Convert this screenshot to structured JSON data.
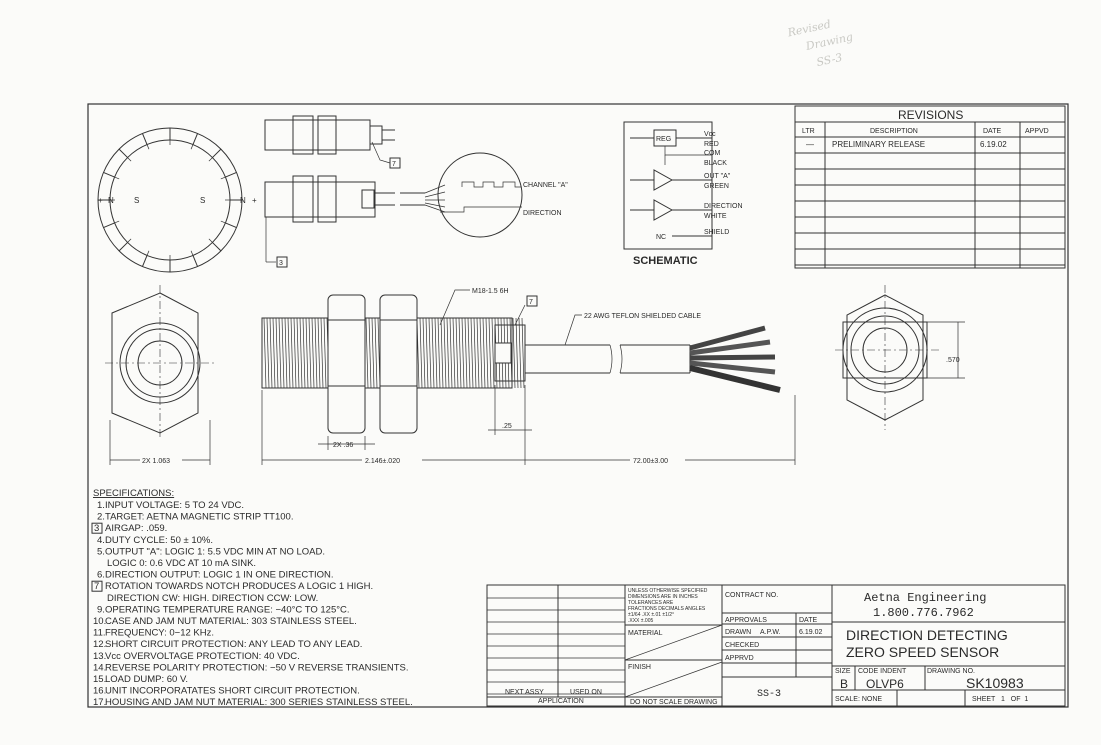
{
  "handwritten_note": [
    "Revised",
    "Drawing",
    "SS-3"
  ],
  "top_views": {
    "channel_a_label": "CHANNEL \"A\"",
    "direction_label": "DIRECTION",
    "note_ref_7": "7",
    "note_ref_3": "3",
    "ring_labels": {
      "n": "N",
      "s": "S",
      "plus": "+"
    }
  },
  "schematic": {
    "title": "SCHEMATIC",
    "reg": "REG",
    "pins": [
      "Vcc",
      "RED",
      "COM",
      "BLACK",
      "OUT \"A\"",
      "GREEN",
      "DIRECTION",
      "WHITE",
      "SHIELD"
    ],
    "nc": "NC"
  },
  "revisions": {
    "title": "REVISIONS",
    "headers": [
      "LTR",
      "DESCRIPTION",
      "DATE",
      "APPVD"
    ],
    "rows": [
      {
        "ltr": "—",
        "description": "PRELIMINARY RELEASE",
        "date": "6.19.02",
        "appvd": ""
      }
    ]
  },
  "main_view": {
    "thread": "M18-1.5 6H",
    "note_ref": "7",
    "cable": "22 AWG TEFLON SHIELDED CABLE",
    "dim_hex": "2X 1.063",
    "dim_nut": "2X .36",
    "dim_boot": ".25",
    "dim_body": "2.146±.020",
    "dim_cable": "72.00±3.00",
    "dim_face": ".570"
  },
  "specifications": {
    "title": "SPECIFICATIONS:",
    "items": [
      {
        "n": "1.",
        "text": "INPUT VOLTAGE: 5 TO 24 VDC."
      },
      {
        "n": "2.",
        "text": "TARGET: AETNA MAGNETIC STRIP TT100."
      },
      {
        "n": "3",
        "boxed": true,
        "text": "AIRGAP: .059."
      },
      {
        "n": "4.",
        "text": "DUTY CYCLE: 50 ± 10%."
      },
      {
        "n": "5.",
        "text": "OUTPUT \"A\": LOGIC 1: 5.5 VDC MIN AT NO LOAD."
      },
      {
        "n": "",
        "text": "LOGIC 0: 0.6 VDC AT 10 mA SINK."
      },
      {
        "n": "6.",
        "text": "DIRECTION OUTPUT: LOGIC 1 IN ONE DIRECTION."
      },
      {
        "n": "7",
        "boxed": true,
        "text": "ROTATION TOWARDS NOTCH PRODUCES A LOGIC 1 HIGH."
      },
      {
        "n": "",
        "text": "DIRECTION CW: HIGH. DIRECTION CCW: LOW."
      },
      {
        "n": "9.",
        "text": "OPERATING TEMPERATURE RANGE: −40°C TO 125°C."
      },
      {
        "n": "10.",
        "text": "CASE AND JAM NUT MATERIAL: 303 STAINLESS STEEL."
      },
      {
        "n": "11.",
        "text": "FREQUENCY: 0−12 KHz."
      },
      {
        "n": "12.",
        "text": "SHORT CIRCUIT PROTECTION: ANY LEAD TO ANY LEAD."
      },
      {
        "n": "13.",
        "text": "Vcc OVERVOLTAGE PROTECTION: 40 VDC."
      },
      {
        "n": "14.",
        "text": "REVERSE POLARITY PROTECTION: −50 V REVERSE TRANSIENTS."
      },
      {
        "n": "15.",
        "text": "LOAD DUMP: 60 V."
      },
      {
        "n": "16.",
        "text": "UNIT INCORPORATATES SHORT CIRCUIT PROTECTION."
      },
      {
        "n": "17.",
        "text": "HOUSING AND JAM NUT MATERIAL: 300 SERIES STAINLESS STEEL."
      }
    ]
  },
  "title_block": {
    "next_assy": "NEXT ASSY",
    "used_on": "USED ON",
    "application": "APPLICATION",
    "tolerance": [
      "UNLESS OTHERWISE SPECIFIED",
      "DIMENSIONS ARE IN INCHES",
      "TOLERANCES ARE",
      "FRACTIONS DECIMALS ANGLES",
      "±1/64   .XX ±.01   ±1/2°",
      "         .XXX ±.005"
    ],
    "material": "MATERIAL",
    "finish": "FINISH",
    "do_not_scale": "DO NOT SCALE DRAWING",
    "contract_no": "CONTRACT NO.",
    "approvals": "APPROVALS",
    "date": "DATE",
    "drawn": "DRAWN",
    "drawn_by": "A.P.W.",
    "drawn_date": "6.19.02",
    "checked": "CHECKED",
    "apprvd": "APPRVD",
    "ref": "SS-3",
    "company": "Aetna Engineering",
    "phone": "1.800.776.7962",
    "title_line1": "DIRECTION DETECTING",
    "title_line2": "ZERO SPEED SENSOR",
    "size_label": "SIZE",
    "size": "B",
    "code_indent_label": "CODE INDENT",
    "code_indent": "OLVP6",
    "drawing_no_label": "DRAWING NO.",
    "drawing_no": "SK10983",
    "scale": "SCALE: NONE",
    "sheet": "SHEET   1   OF  1"
  }
}
